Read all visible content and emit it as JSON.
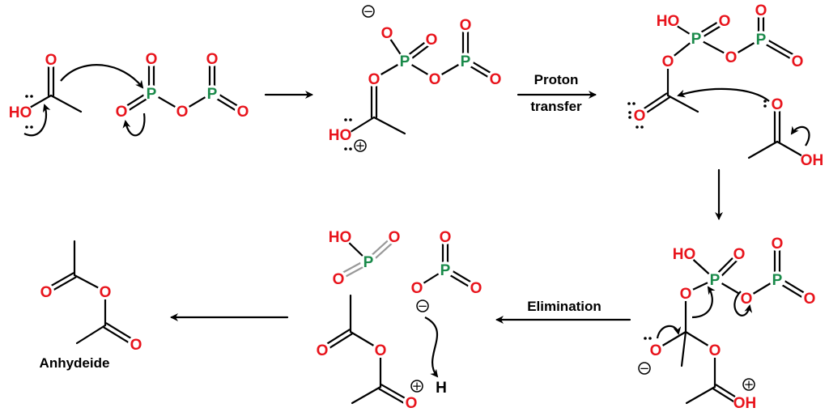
{
  "colors": {
    "oxygen": "#e8141c",
    "phosphorus": "#1a8a4a",
    "hydrogen": "#000000",
    "bond": "#000000",
    "gray_bond": "#999999"
  },
  "atoms": {
    "O": "O",
    "P": "P",
    "HO": "HO",
    "OH": "OH",
    "H": "H"
  },
  "charges": {
    "minus": "−",
    "plus": "+"
  },
  "steps": {
    "proton_transfer_line1": "Proton",
    "proton_transfer_line2": "transfer",
    "elimination": "Elimination",
    "product": "Anhydeide"
  }
}
